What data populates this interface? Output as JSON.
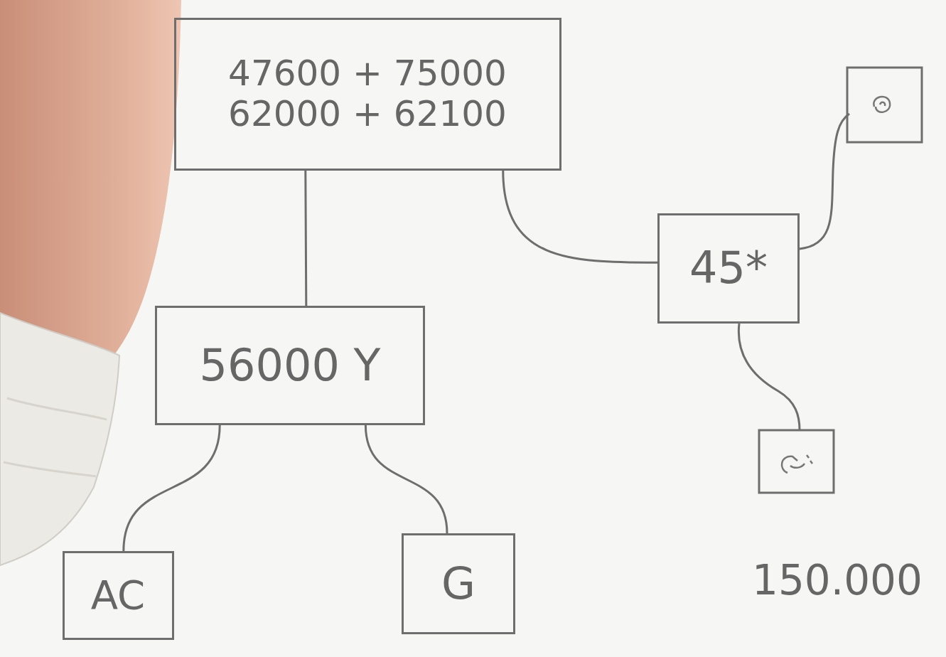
{
  "diagram": {
    "nodes": [
      {
        "text": [
          "47600 + 75000",
          "62000 + 62100"
        ]
      },
      {
        "text": [
          "56000 Y"
        ]
      },
      {
        "text": [
          "AC"
        ]
      },
      {
        "text": [
          "G"
        ]
      },
      {
        "text": [
          "45*"
        ]
      }
    ],
    "edges": [
      {
        "from": 0,
        "to": 1,
        "arrow": "none"
      },
      {
        "from": 1,
        "to": 2,
        "arrow": "none"
      },
      {
        "from": 1,
        "to": 3,
        "arrow": "none"
      },
      {
        "from": 0,
        "to": 4,
        "arrow": "none"
      }
    ],
    "labels": [
      "150.000"
    ]
  }
}
